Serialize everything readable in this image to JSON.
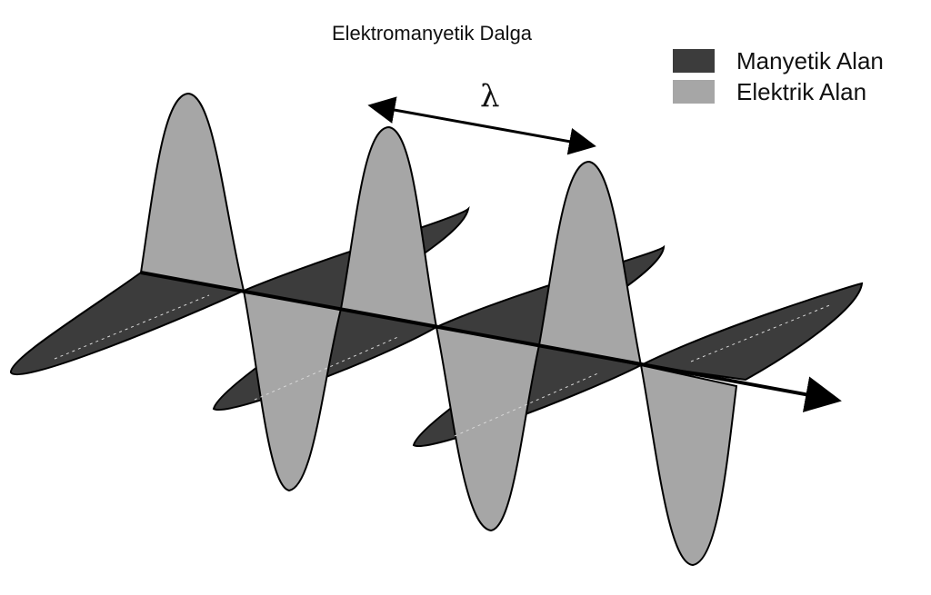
{
  "title": "Elektromanyetik Dalga",
  "legend": [
    {
      "label": "Manyetik Alan",
      "color": "#3c3c3c"
    },
    {
      "label": "Elektrik Alan",
      "color": "#a6a6a6"
    }
  ],
  "wavelength_symbol": "λ",
  "colors": {
    "magnetic": "#3c3c3c",
    "electric": "#a6a6a6",
    "outline": "#000000"
  }
}
